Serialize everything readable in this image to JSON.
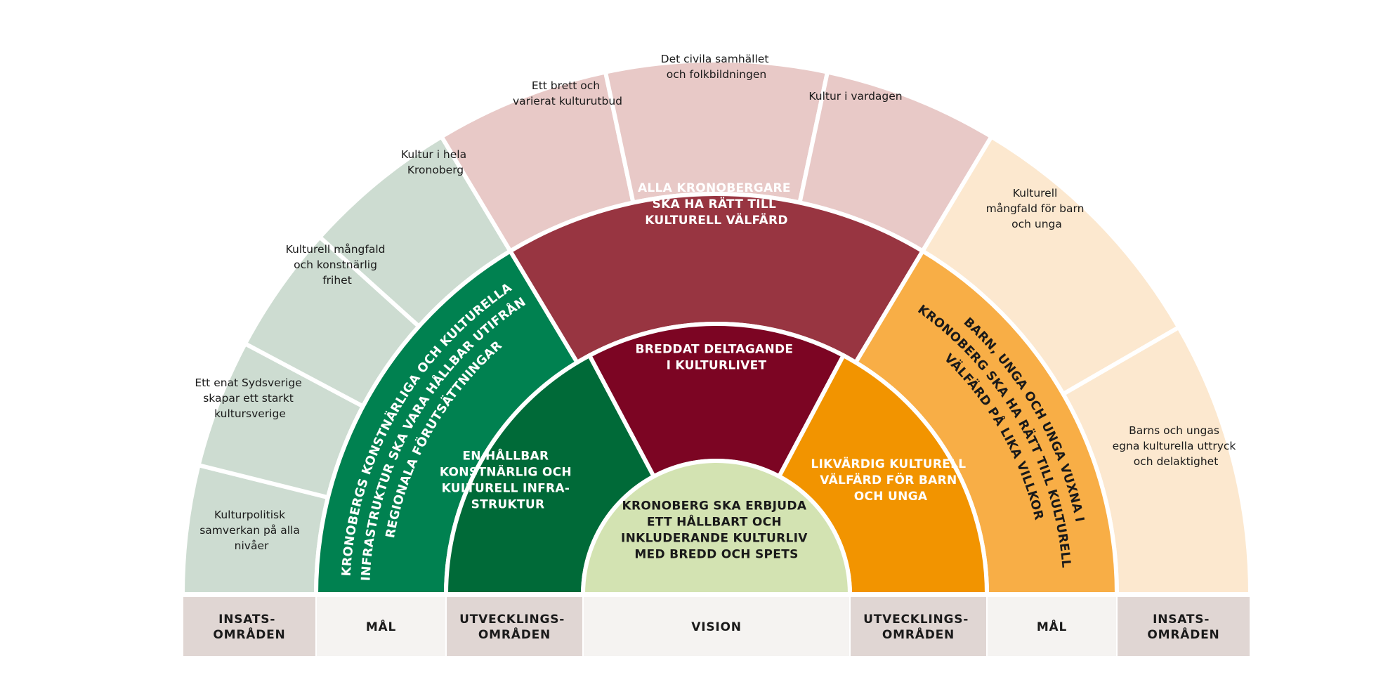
{
  "vision": {
    "lines": [
      "KRONOBERG SKA ERBJUDA",
      "ETT HÅLLBART OCH",
      "INKLUDERANDE KULTURLIV",
      "MED BREDD OCH SPETS"
    ],
    "color": "#d3e3b2",
    "text_color": "#1a1a1a"
  },
  "sectors": [
    {
      "id": "left",
      "development_area": {
        "lines": [
          "EN HÅLLBAR",
          "KONSTNÄRLIG OCH",
          "KULTURELL INFRA-",
          "STRUKTUR"
        ],
        "color": "#006a38"
      },
      "goal": {
        "lines": [
          "KRONOBERGS KONSTNÄRLIGA OCH KULTURELLA",
          "INFRASTRUKTUR SKA VARA HÅLLBAR UTIFRÅN",
          "REGIONALA FÖRUTSÄTTNINGAR"
        ],
        "color": "#008150",
        "text_color": "#ffffff"
      },
      "efforts_color": "#cddcd1",
      "efforts": [
        {
          "lines": [
            "Kulturpolitisk",
            "samverkan på alla",
            "nivåer"
          ]
        },
        {
          "lines": [
            "Ett enat Sydsverige",
            "skapar ett starkt",
            "kultursverige"
          ]
        },
        {
          "lines": [
            "Kulturell mångfald",
            "och konstnärlig",
            "frihet"
          ]
        },
        {
          "lines": [
            "Kultur i hela",
            "Kronoberg"
          ]
        }
      ]
    },
    {
      "id": "middle",
      "development_area": {
        "lines": [
          "BREDDAT DELTAGANDE",
          "I KULTURLIVET"
        ],
        "color": "#7c0523"
      },
      "goal": {
        "lines": [
          "ALLA KRONOBERGARE",
          "SKA HA RÄTT TILL",
          "KULTURELL VÄLFÄRD"
        ],
        "color": "#983541",
        "text_color": "#ffffff"
      },
      "efforts_color": "#e8c9c7",
      "efforts": [
        {
          "lines": [
            "Ett brett och",
            "varierat kulturutbud"
          ]
        },
        {
          "lines": [
            "Det civila samhället",
            "och folkbildningen"
          ]
        },
        {
          "lines": [
            "Kultur i vardagen"
          ]
        }
      ]
    },
    {
      "id": "right",
      "development_area": {
        "lines": [
          "LIKVÄRDIG KULTURELL",
          "VÄLFÄRD FÖR BARN",
          "OCH UNGA"
        ],
        "color": "#f29400"
      },
      "goal": {
        "lines": [
          "BARN, UNGA OCH UNGA VUXNA I",
          "KRONOBERG SKA HA RÄTT TILL KULTURELL",
          "VÄLFÄRD PÅ LIKA VILLKOR"
        ],
        "color": "#f8ae46",
        "text_color": "#1a1a1a"
      },
      "efforts_color": "#fce8cf",
      "efforts": [
        {
          "lines": [
            "Kulturell",
            "mångfald för barn",
            "och unga"
          ]
        },
        {
          "lines": [
            "Barns och ungas",
            "egna kulturella uttryck",
            "och delaktighet"
          ]
        }
      ]
    }
  ],
  "bottom_bar": [
    {
      "lines": [
        "INSATS-",
        "OMRÅDEN"
      ],
      "color": "#e0d6d3"
    },
    {
      "lines": [
        "MÅL"
      ],
      "color": "#f5f3f1"
    },
    {
      "lines": [
        "UTVECKLINGS-",
        "OMRÅDEN"
      ],
      "color": "#e0d6d3"
    },
    {
      "lines": [
        "VISION"
      ],
      "color": "#f5f3f1"
    },
    {
      "lines": [
        "UTVECKLINGS-",
        "OMRÅDEN"
      ],
      "color": "#e0d6d3"
    },
    {
      "lines": [
        "MÅL"
      ],
      "color": "#f5f3f1"
    },
    {
      "lines": [
        "INSATS-",
        "OMRÅDEN"
      ],
      "color": "#e0d6d3"
    }
  ]
}
